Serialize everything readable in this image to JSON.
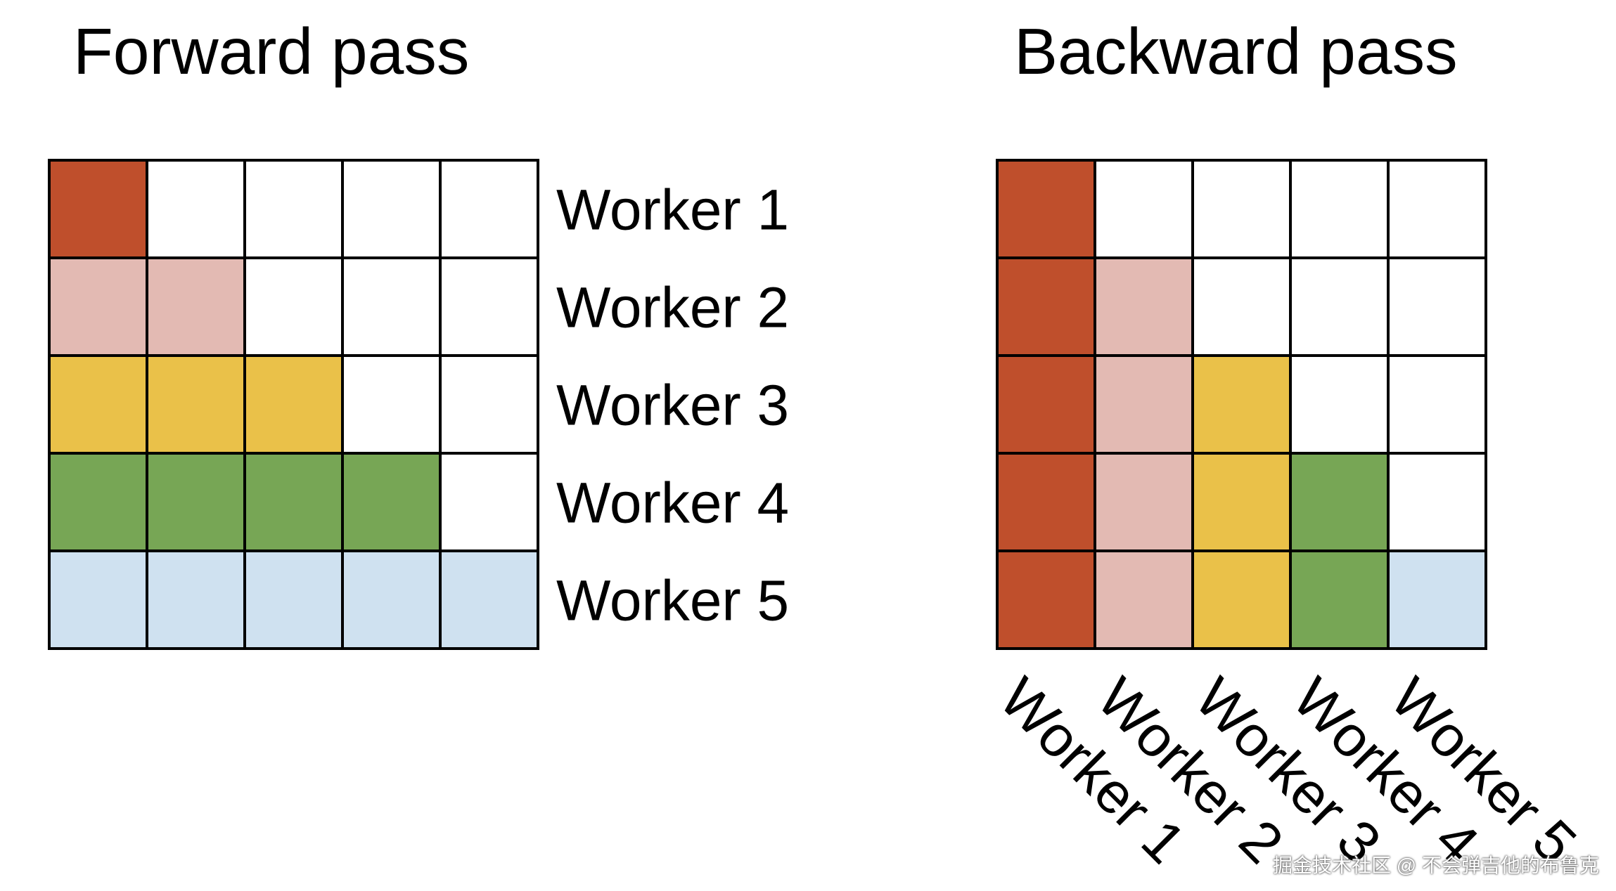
{
  "forward": {
    "title": "Forward pass",
    "rows": [
      {
        "label": "Worker 1",
        "filled": 1,
        "color": "#bf4f2c"
      },
      {
        "label": "Worker 2",
        "filled": 2,
        "color": "#e3bab3"
      },
      {
        "label": "Worker 3",
        "filled": 3,
        "color": "#eac149"
      },
      {
        "label": "Worker 4",
        "filled": 4,
        "color": "#77a655"
      },
      {
        "label": "Worker 5",
        "filled": 5,
        "color": "#cfe1f0"
      }
    ]
  },
  "backward": {
    "title": "Backward pass",
    "columns": [
      {
        "label": "Worker 1",
        "color": "#bf4f2c"
      },
      {
        "label": "Worker 2",
        "color": "#e3bab3"
      },
      {
        "label": "Worker 3",
        "color": "#eac149"
      },
      {
        "label": "Worker 4",
        "color": "#77a655"
      },
      {
        "label": "Worker 5",
        "color": "#cfe1f0"
      }
    ]
  },
  "grid_size": 5,
  "line_color": "#000000",
  "watermark": "掘金技术社区 @ 不会弹吉他的布鲁克"
}
